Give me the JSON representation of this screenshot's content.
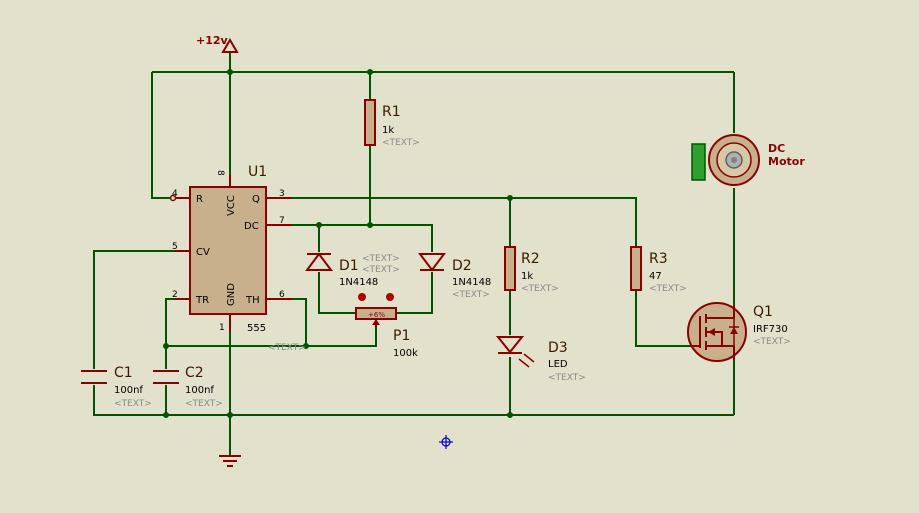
{
  "power": {
    "label": "+12v"
  },
  "u1": {
    "ref": "U1",
    "value": "555",
    "pins": {
      "vcc": "8",
      "q": "3",
      "r": "4",
      "dc": "7",
      "cv": "5",
      "tr": "2",
      "th": "6",
      "gnd": "1"
    },
    "pin_labels": {
      "r": "R",
      "vcc": "VCC",
      "q": "Q",
      "dc": "DC",
      "cv": "CV",
      "tr": "TR",
      "gnd": "GND",
      "th": "TH"
    }
  },
  "r1": {
    "ref": "R1",
    "value": "1k",
    "text": "<TEXT>"
  },
  "r2": {
    "ref": "R2",
    "value": "1k",
    "text": "<TEXT>"
  },
  "r3": {
    "ref": "R3",
    "value": "47",
    "text": "<TEXT>"
  },
  "d1": {
    "ref": "D1",
    "value": "1N4148",
    "text1": "<TEXT>",
    "text2": "<TEXT>"
  },
  "d2": {
    "ref": "D2",
    "value": "1N4148",
    "text": "<TEXT>"
  },
  "d3": {
    "ref": "D3",
    "value": "LED",
    "text": "<TEXT>"
  },
  "p1": {
    "ref": "P1",
    "value": "100k",
    "percent": "+6%",
    "text": "<TEXT>"
  },
  "c1": {
    "ref": "C1",
    "value": "100nf",
    "text": "<TEXT>"
  },
  "c2": {
    "ref": "C2",
    "value": "100nf",
    "text": "<TEXT>"
  },
  "q1": {
    "ref": "Q1",
    "value": "IRF730",
    "text": "<TEXT>"
  },
  "motor": {
    "line1": "DC",
    "line2": "Motor"
  }
}
